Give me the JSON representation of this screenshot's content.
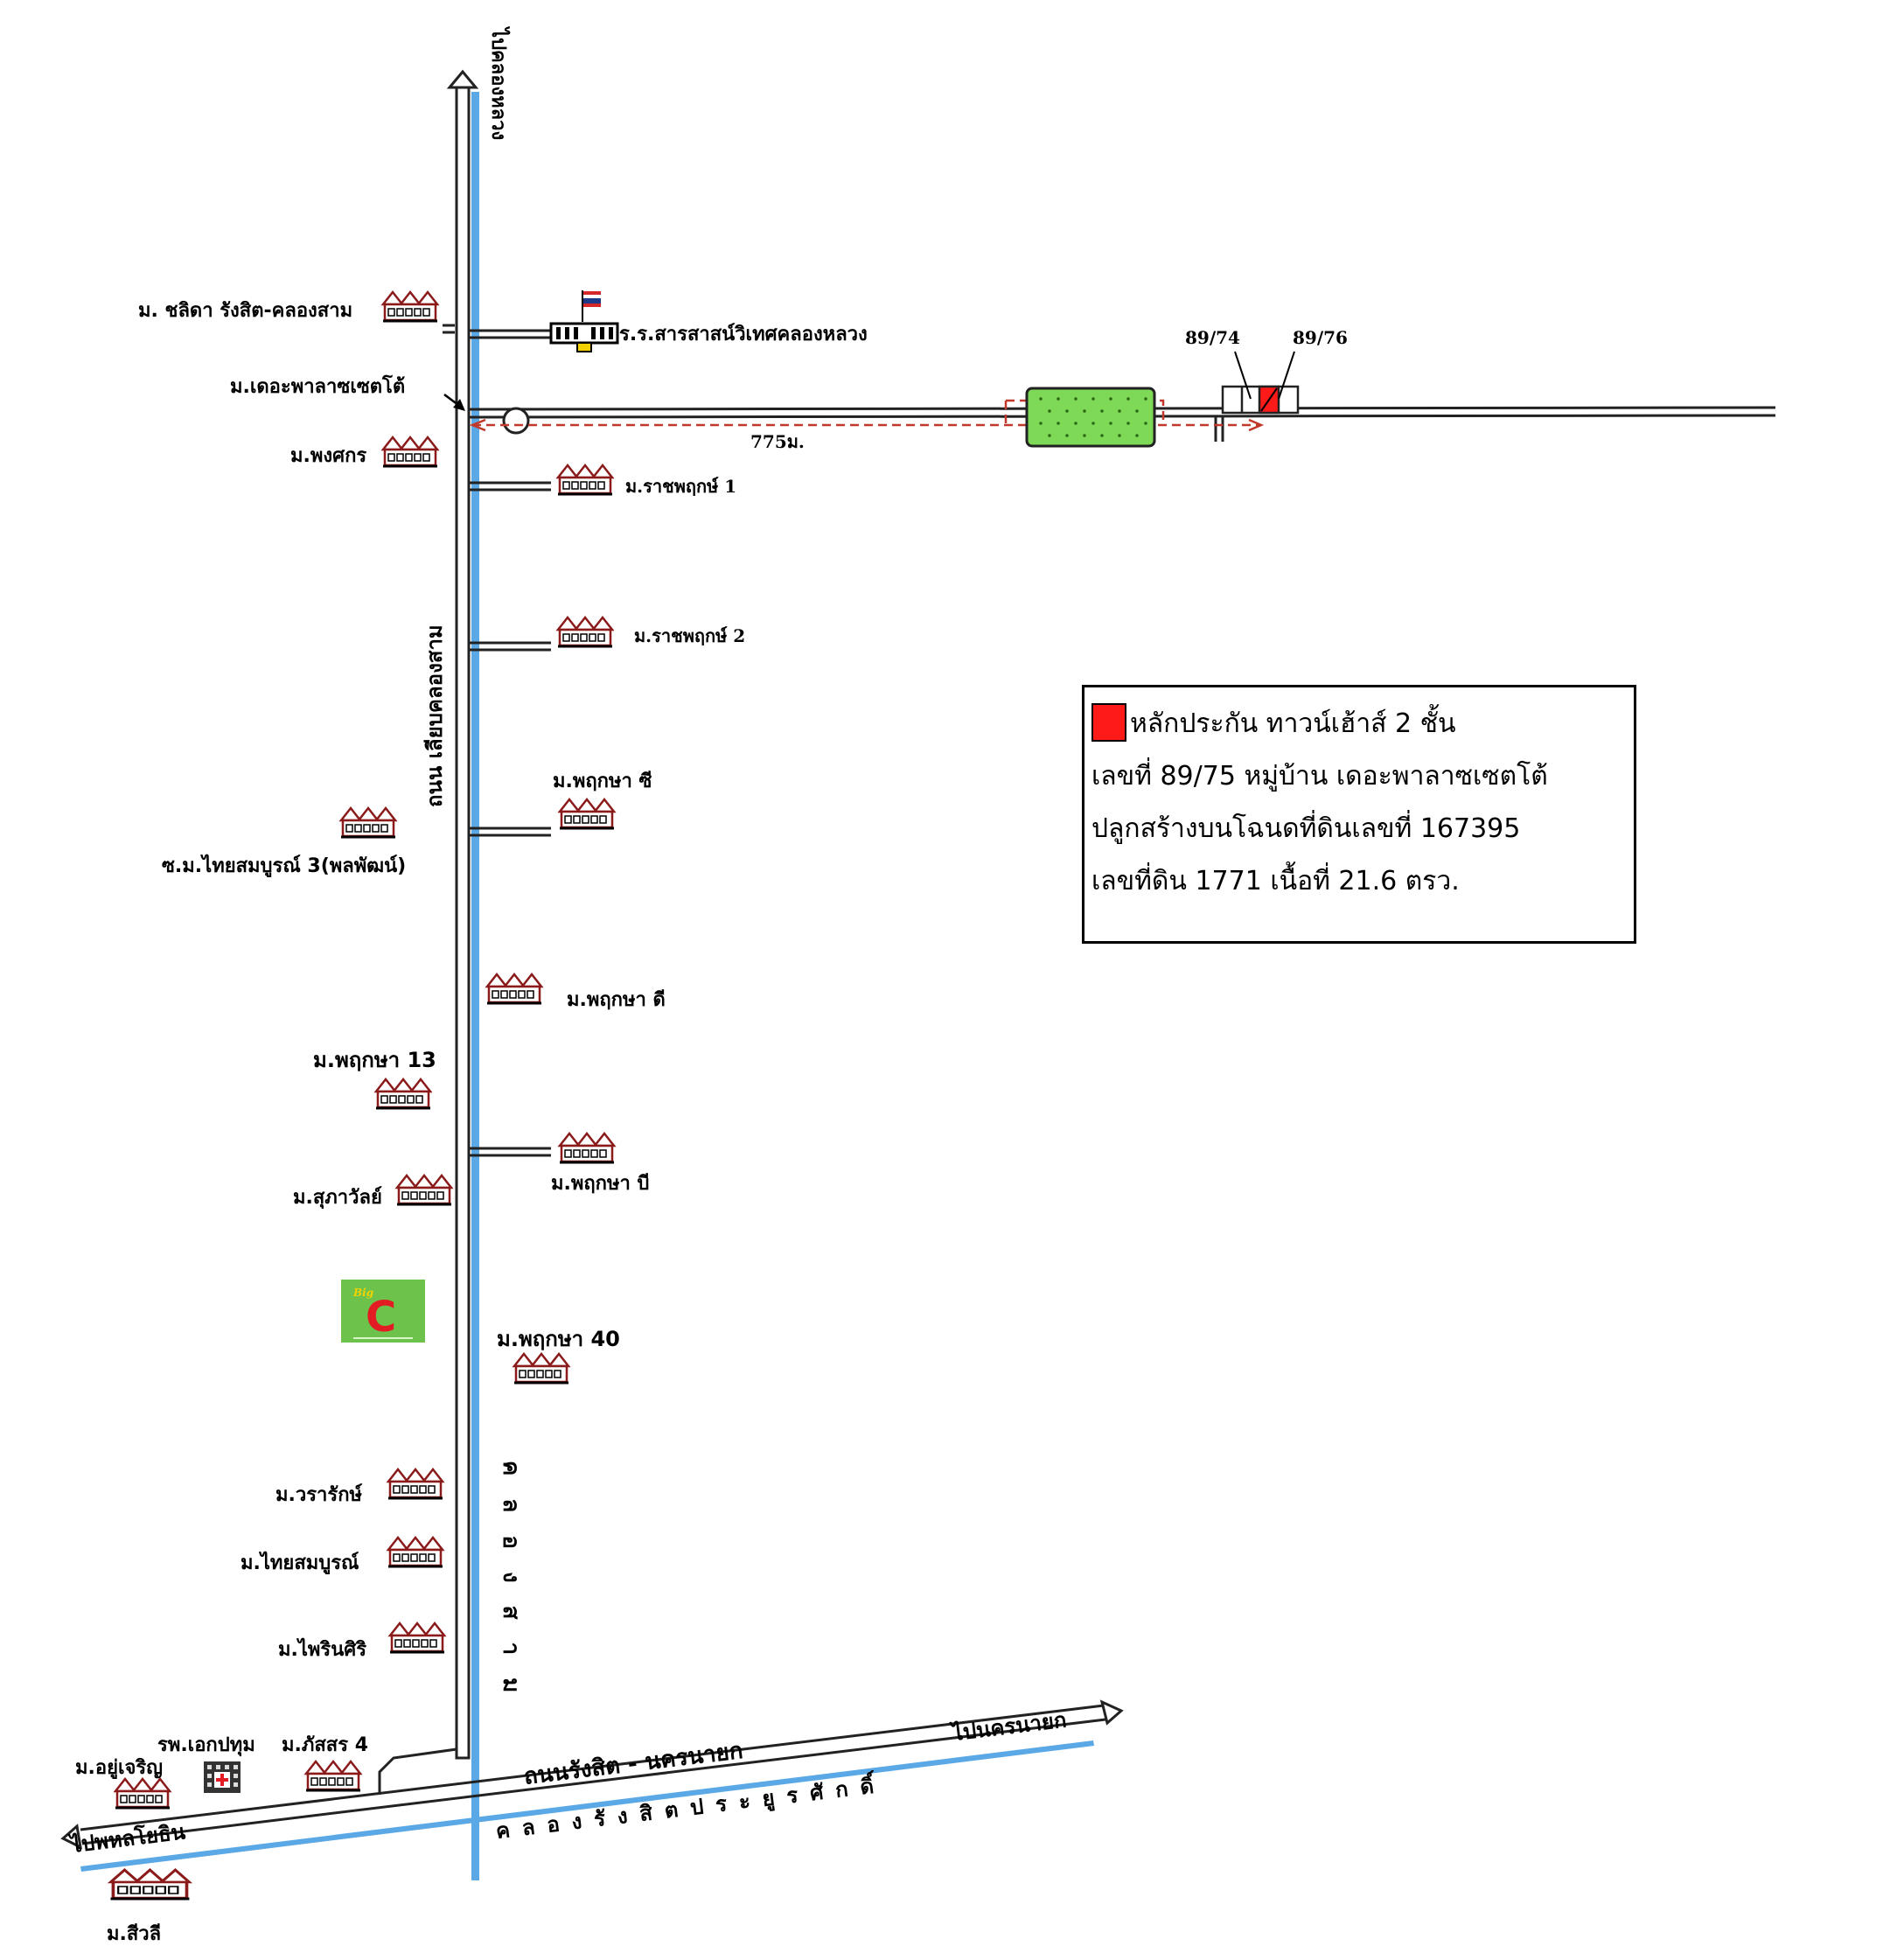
{
  "roads": {
    "main_road_label": "ถนน เลียบคลองสาม",
    "north_direction": "ไปคลองหลวง",
    "cross_road_label": "ถนนรังสิต - นครนายก",
    "to_nakhon_nayok": "ไปนครนายก",
    "to_phahonyothin": "ไปพหลโยธิน",
    "distance": "775ม."
  },
  "canals": {
    "khlong_sam": "คลองสาม",
    "khlong_rangsit": "คลองรังสิตประยูรศักดิ์"
  },
  "places": {
    "chalida": "ม. ชลิดา รังสิต-คลองสาม",
    "school": "ร.ร.สารสาสน์วิเทศคลองหลวง",
    "the_plaza": "ม.เดอะพาลาซเซตโต้",
    "phongsakorn": "ม.พงศกร",
    "ratchaphruek1": "ม.ราชพฤกษ์ 1",
    "ratchaphruek2": "ม.ราชพฤกษ์ 2",
    "pruksa_c": "ม.พฤกษา ซี",
    "thaisombun3": "ซ.ม.ไทยสมบูรณ์ 3(พลพัฒน์)",
    "pruksa_d": "ม.พฤกษา ดี",
    "pruksa13": "ม.พฤกษา 13",
    "pruksa_b": "ม.พฤกษา บี",
    "supawan": "ม.สุภาวัลย์",
    "pruksa40": "ม.พฤกษา 40",
    "wararak": "ม.วรารักษ์",
    "thaisombun": "ม.ไทยสมบูรณ์",
    "phairinsiri": "ม.ไพรินศิริ",
    "hospital": "รพ.เอกปทุม",
    "phatsorn4": "ม.ภัสสร 4",
    "yucharoen": "ม.อยู่เจริญ",
    "siwali": "ม.สีวลี"
  },
  "plots": {
    "left": "89/74",
    "right": "89/76"
  },
  "legend": {
    "title": "หลักประกัน ทาวน์เฮ้าส์ 2 ชั้น",
    "line1": "เลขที่ 89/75 หมู่บ้าน เดอะพาลาซเซตโต้",
    "line2": "ปลูกสร้างบนโฉนดที่ดินเลขที่ 167395",
    "line3": "เลขที่ดิน 1771 เนื้อที่ 21.6 ตรว."
  },
  "colors": {
    "canal": "#5aa9e6",
    "collateral": "#ff1a1a",
    "park": "#7ed957",
    "house": "#8b1a1a",
    "distance_line": "#c0392b"
  },
  "icons": [
    "house-icon",
    "school-icon",
    "flag-icon",
    "hospital-icon",
    "big-c-logo",
    "arrow-icon"
  ]
}
